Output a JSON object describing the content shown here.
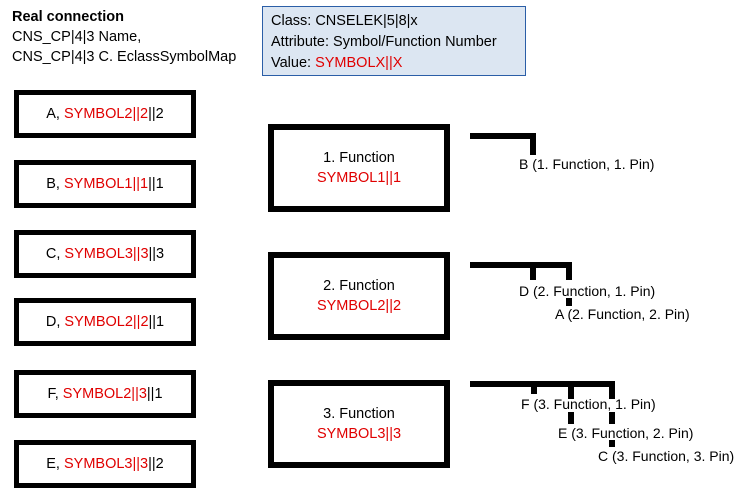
{
  "header": {
    "title": "Real connection",
    "line1": "CNS_CP|4|3 Name,",
    "line2": "CNS_CP|4|3 C. EclassSymbolMap"
  },
  "legend": {
    "class_line": "Class: CNSELEK|5|8|x",
    "attribute_line": "Attribute: Symbol/Function Number",
    "value_label": "Value: ",
    "value": "SYMBOLX||X",
    "fill_color": "#dce6f2",
    "border_color": "#2b5ea7",
    "value_color": "#e00000"
  },
  "connections": [
    {
      "prefix": "A, ",
      "symbol": "SYMBOL2||2",
      "suffix": "||2"
    },
    {
      "prefix": "B, ",
      "symbol": "SYMBOL1||1",
      "suffix": "||1"
    },
    {
      "prefix": "C, ",
      "symbol": "SYMBOL3||3",
      "suffix": "||3"
    },
    {
      "prefix": "D, ",
      "symbol": "SYMBOL2||2",
      "suffix": "||1"
    },
    {
      "prefix": "F, ",
      "symbol": "SYMBOL2||3",
      "suffix": "||1"
    },
    {
      "prefix": "E, ",
      "symbol": "SYMBOL3||3",
      "suffix": "||2"
    }
  ],
  "functions": [
    {
      "title": "1. Function",
      "symbol": "SYMBOL1||1"
    },
    {
      "title": "2. Function",
      "symbol": "SYMBOL2||2"
    },
    {
      "title": "3. Function",
      "symbol": "SYMBOL3||3"
    }
  ],
  "pins": {
    "group1": [
      {
        "label": "B (1. Function, 1. Pin)"
      }
    ],
    "group2": [
      {
        "label": "D (2. Function, 1. Pin)"
      },
      {
        "label": "A (2. Function, 2. Pin)"
      }
    ],
    "group3": [
      {
        "label": "F  (3. Function, 1. Pin)"
      },
      {
        "label": "E (3. Function, 2. Pin)"
      },
      {
        "label": "C (3. Function, 3. Pin)"
      }
    ]
  }
}
